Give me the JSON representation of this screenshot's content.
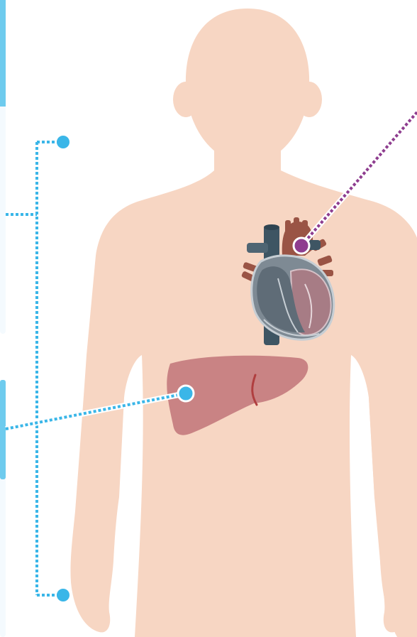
{
  "diagram": {
    "colors": {
      "skin": "#F7D6C3",
      "panel_accent": "#6ECBEE",
      "panel_bg": "#F4FAFE",
      "blue_connector": "#3AB6E8",
      "purple_connector": "#8E3D8F",
      "liver": "#C98384",
      "liver_groove": "#B03E3F",
      "heart_body": "#6F7D88",
      "heart_vessels": "#3E5563",
      "heart_aorta": "#9A5445",
      "heart_right": "#A77C85"
    },
    "icons": [
      "human-silhouette",
      "heart-organ",
      "liver-organ",
      "callout-dot"
    ]
  }
}
